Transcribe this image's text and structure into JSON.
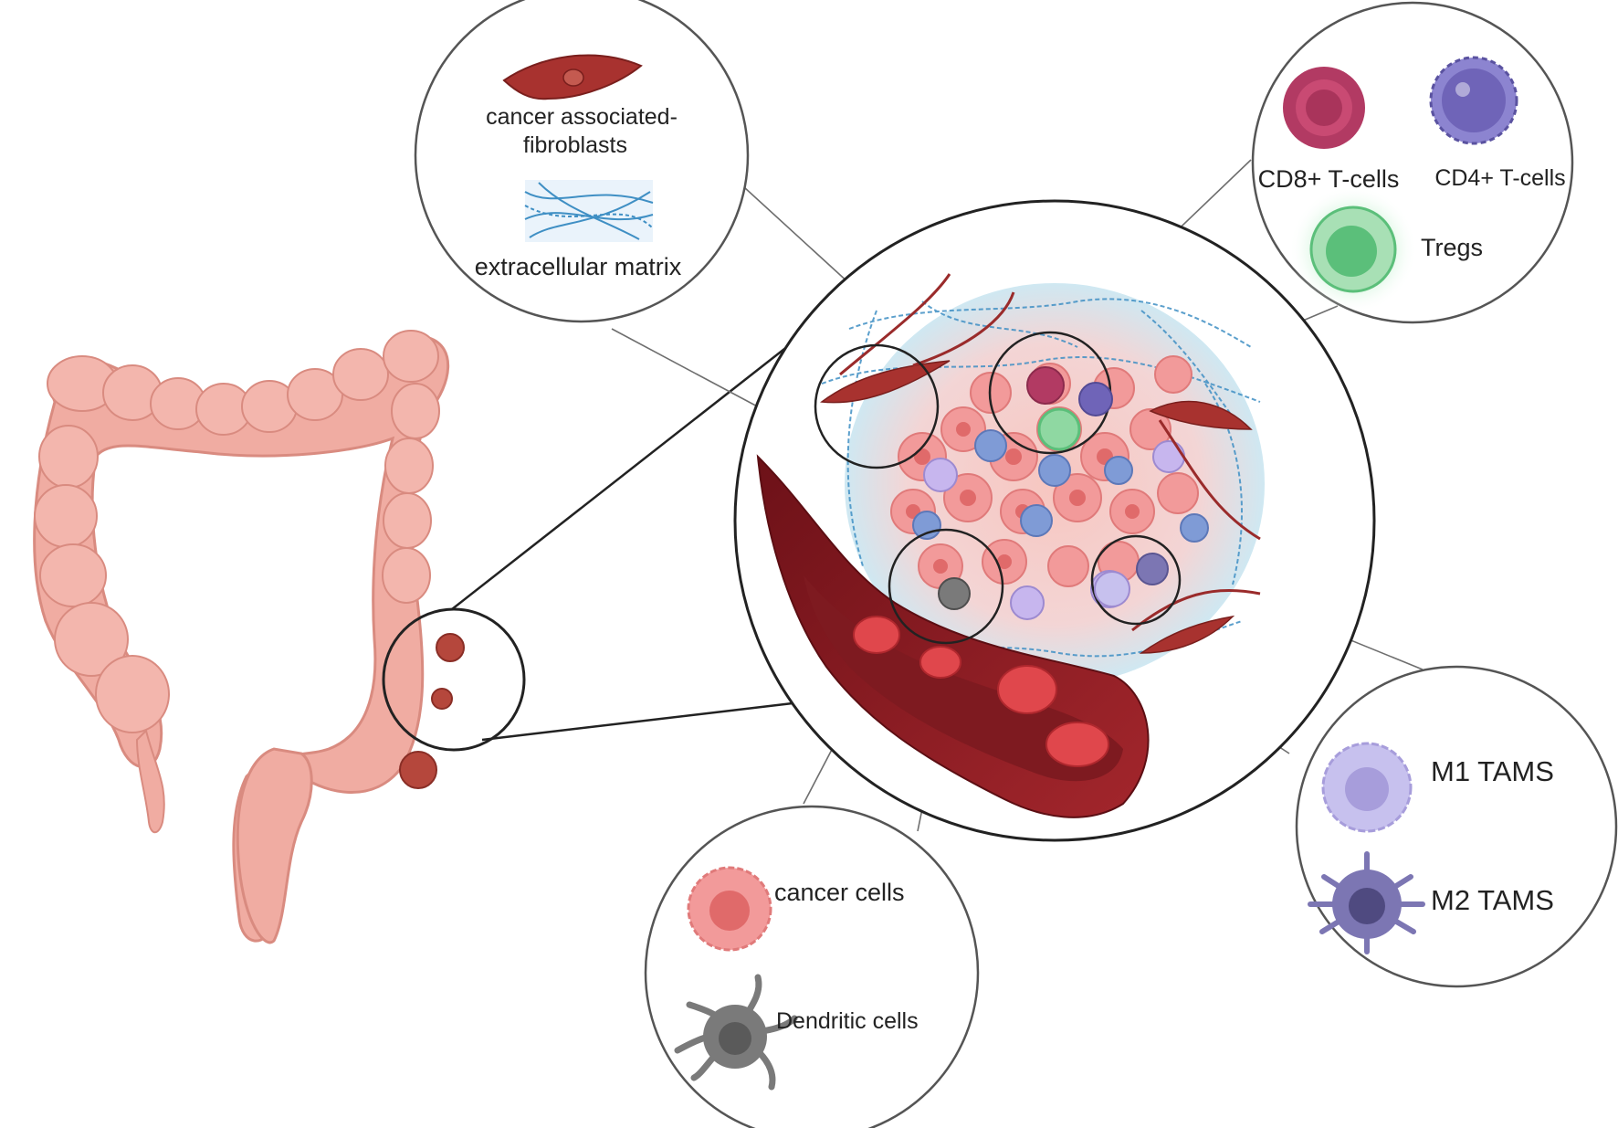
{
  "labels": {
    "caf_line1": "cancer associated-",
    "caf_line2": "fibroblasts",
    "ecm": "extracellular matrix",
    "cd8": "CD8+ T-cells",
    "cd4": "CD4+ T-cells",
    "tregs": "Tregs",
    "m1": "M1 TAMS",
    "m2": "M2 TAMS",
    "cancer_cells": "cancer cells",
    "dendritic": "Dendritic cells"
  },
  "colors": {
    "colon": "#f0aca2",
    "colon_stroke": "#d98b80",
    "tumor": "#b5473c",
    "vessel": "#8c1f24",
    "blood_cell": "#e0474c",
    "cancer_cell": "#f29a9a",
    "cd8": "#b23a63",
    "cd4": "#6f64b8",
    "treg": "#5bbf7a",
    "m1": "#bdb7e8",
    "m2": "#7c76b3",
    "dendritic": "#7a7a7a",
    "ecm_fiber": "#3f8fc4",
    "outline": "#222222",
    "callout_line": "#6e6e6e"
  }
}
